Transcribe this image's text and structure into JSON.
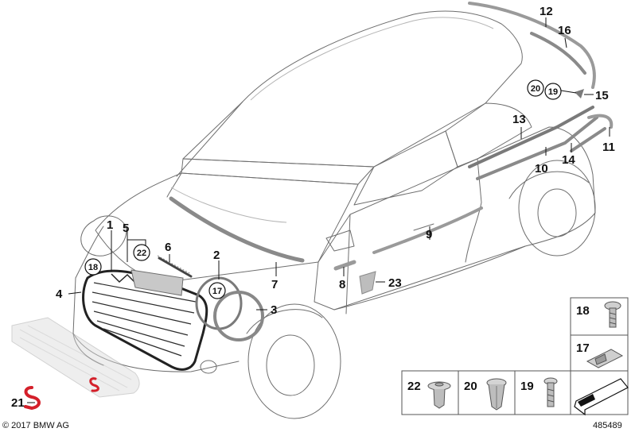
{
  "parts": [
    {
      "label": "1"
    },
    {
      "label": "2"
    },
    {
      "label": "3"
    },
    {
      "label": "4"
    },
    {
      "label": "5"
    },
    {
      "label": "6"
    },
    {
      "label": "7"
    },
    {
      "label": "8"
    },
    {
      "label": "9"
    },
    {
      "label": "10"
    },
    {
      "label": "11"
    },
    {
      "label": "12"
    },
    {
      "label": "13"
    },
    {
      "label": "14"
    },
    {
      "label": "15"
    },
    {
      "label": "16"
    },
    {
      "label": "21"
    },
    {
      "label": "23"
    }
  ],
  "circled": {
    "c18": "18",
    "c22": "22",
    "c17": "17",
    "c20": "20",
    "c19": "19"
  },
  "legend": {
    "l18": "18",
    "l17": "17",
    "l22": "22",
    "l20": "20",
    "l19": "19"
  },
  "footer": {
    "copyright": "© 2017 BMW AG",
    "diagram_number": "485489"
  },
  "colors": {
    "line": "#6e6e6e",
    "highlight": "#8a8a8a",
    "emblem": "#d4202a"
  }
}
